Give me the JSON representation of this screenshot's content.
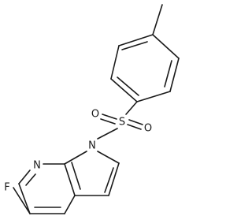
{
  "molecule": {
    "atoms": {
      "nitrogen_pyridine": "N",
      "nitrogen_pyrrole": "N",
      "sulfur": "S",
      "oxygen_left": "O",
      "oxygen_right": "O",
      "fluorine": "F"
    }
  }
}
